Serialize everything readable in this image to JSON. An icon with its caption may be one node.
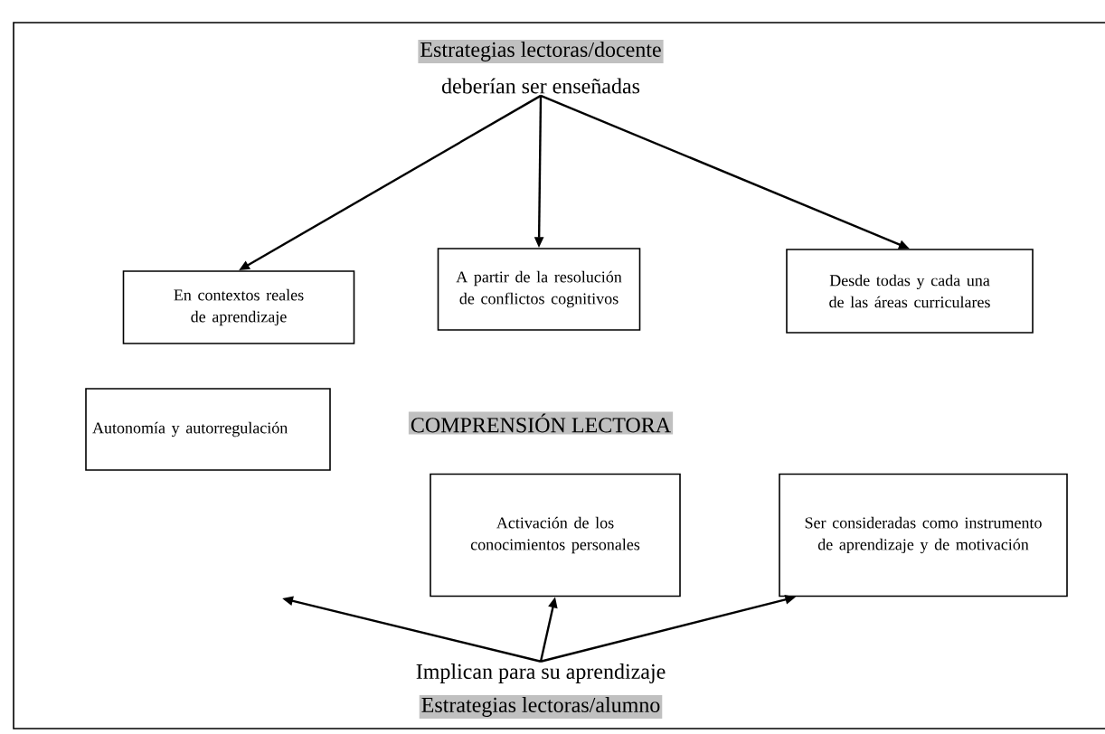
{
  "diagram": {
    "nodes": [
      {
        "text": [
          "Estrategias lectoras/docente"
        ]
      },
      {
        "text": [
          "deberían ser enseñadas"
        ]
      },
      {
        "text": [
          "En contextos reales de aprendizaje"
        ]
      },
      {
        "text": [
          "A partir de la resolución de conflictos cognitivos"
        ]
      },
      {
        "text": [
          "Desde todas y cada una de las áreas curriculares"
        ]
      },
      {
        "text": [
          "COMPRENSIÓN LECTORA"
        ]
      },
      {
        "text": [
          "Autonomía y autorregulación"
        ]
      },
      {
        "text": [
          "Activación de los conocimientos personales"
        ]
      },
      {
        "text": [
          "Ser consideradas como instrumento de aprendizaje y de motivación"
        ]
      },
      {
        "text": [
          "Implican para su aprendizaje"
        ]
      },
      {
        "text": [
          "Estrategias lectoras/alumno"
        ]
      }
    ],
    "edges": [
      {
        "from": 1,
        "to": 2,
        "arrow": "to"
      },
      {
        "from": 1,
        "to": 3,
        "arrow": "to"
      },
      {
        "from": 1,
        "to": 4,
        "arrow": "to"
      },
      {
        "from": 9,
        "to": null,
        "arrow": "to"
      },
      {
        "from": 9,
        "to": 7,
        "arrow": "to"
      },
      {
        "from": 9,
        "to": 8,
        "arrow": "to"
      }
    ]
  }
}
